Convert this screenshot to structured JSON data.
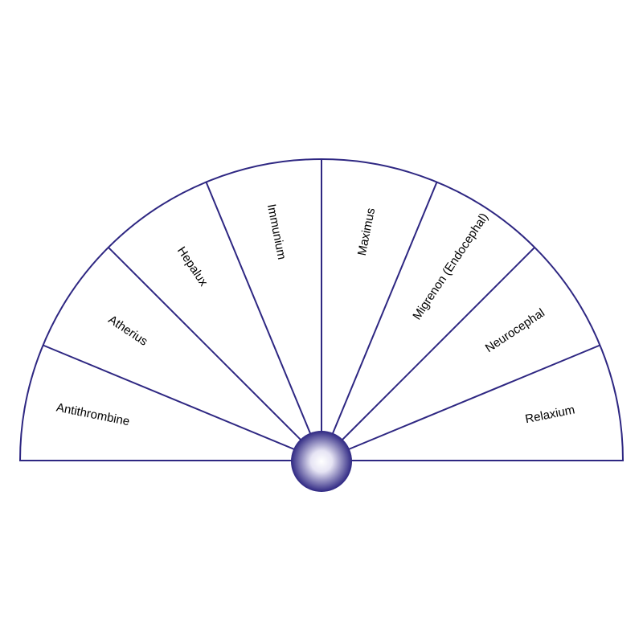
{
  "chart": {
    "sectors": [
      "Antithrombine",
      "Atherius",
      "Hepalux",
      "Immunium",
      "Maximus",
      "Migrenon (Endocephal)",
      "Neurocephal",
      "Relaxium"
    ]
  },
  "colors": {
    "line": "#2e2782",
    "center_dark": "#2e2782",
    "center_light": "#ffffff"
  }
}
